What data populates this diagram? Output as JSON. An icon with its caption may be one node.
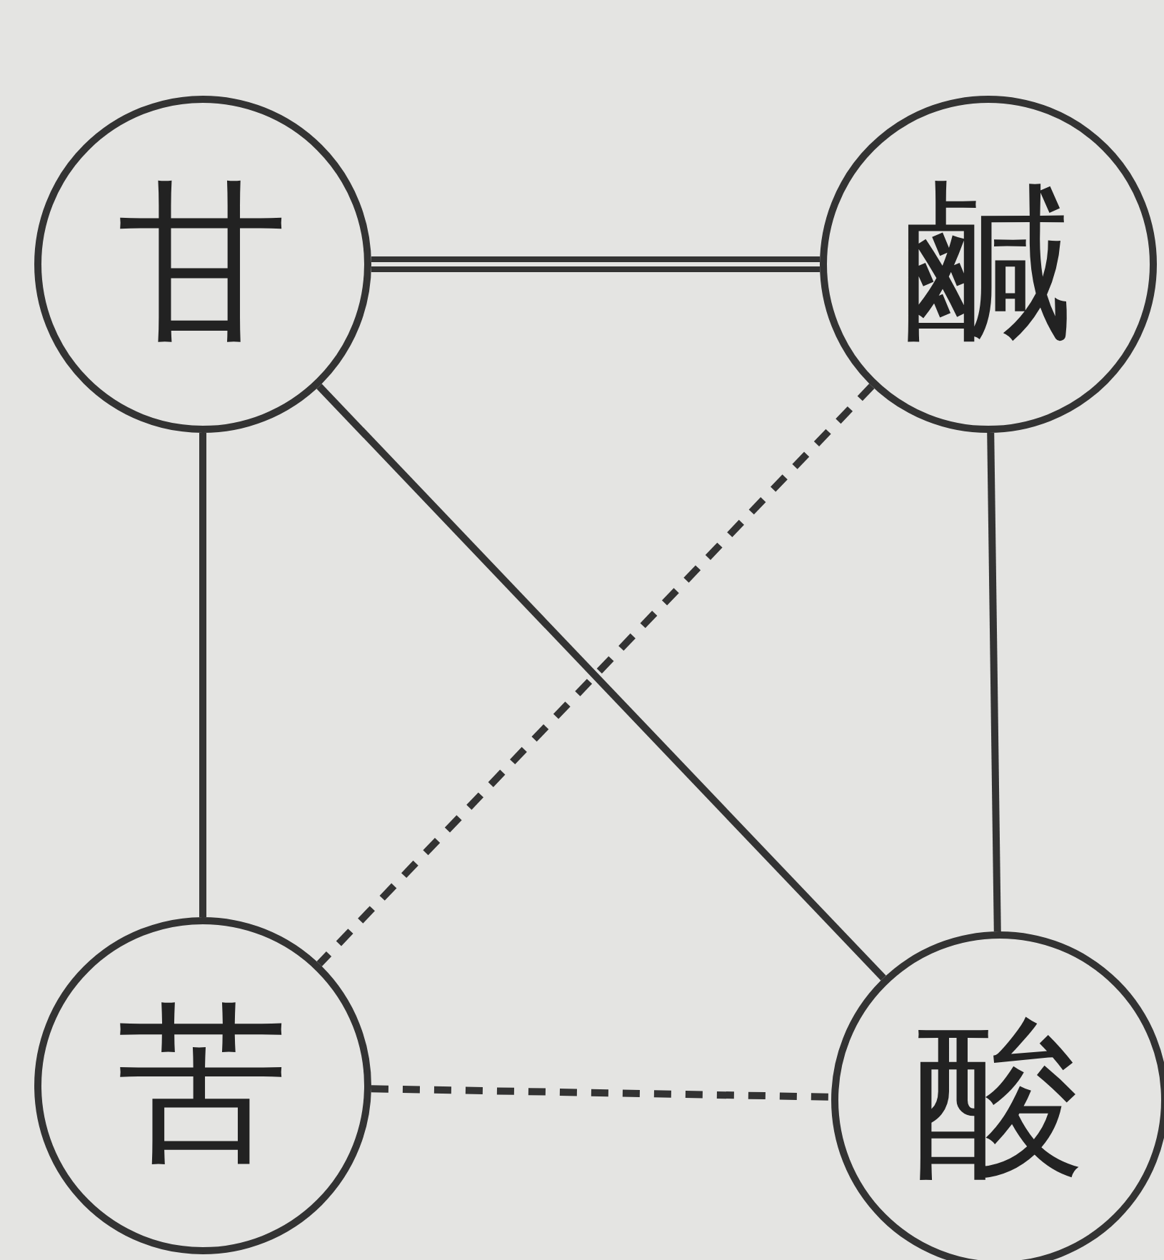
{
  "diagram": {
    "nodes": [
      {
        "text": [
          "甘"
        ]
      },
      {
        "text": [
          "鹹"
        ]
      },
      {
        "text": [
          "苦"
        ]
      },
      {
        "text": [
          "酸"
        ]
      }
    ],
    "edges": [
      {
        "from": 0,
        "to": 1,
        "arrow": "none",
        "style": "thick"
      },
      {
        "from": 0,
        "to": 2,
        "arrow": "none"
      },
      {
        "from": 1,
        "to": 3,
        "arrow": "none"
      },
      {
        "from": 0,
        "to": 3,
        "arrow": "none"
      },
      {
        "from": 1,
        "to": 2,
        "arrow": "none",
        "style": "dashed"
      },
      {
        "from": 2,
        "to": 3,
        "arrow": "none",
        "style": "dashed"
      }
    ]
  }
}
